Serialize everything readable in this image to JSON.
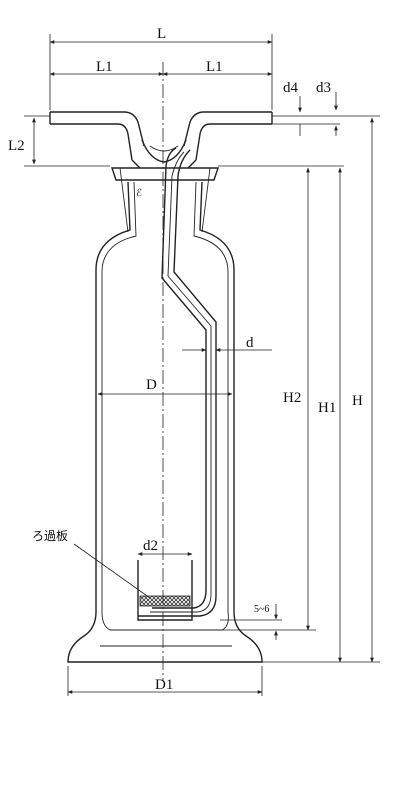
{
  "labels": {
    "L": "L",
    "L1_left": "L1",
    "L1_right": "L1",
    "L2": "L2",
    "d4": "d4",
    "d3": "d3",
    "d": "d",
    "D": "D",
    "H2": "H2",
    "H1": "H1",
    "H": "H",
    "d2": "d2",
    "D1": "D1",
    "gap": "5~6",
    "filter_plate": "ろ過板"
  }
}
